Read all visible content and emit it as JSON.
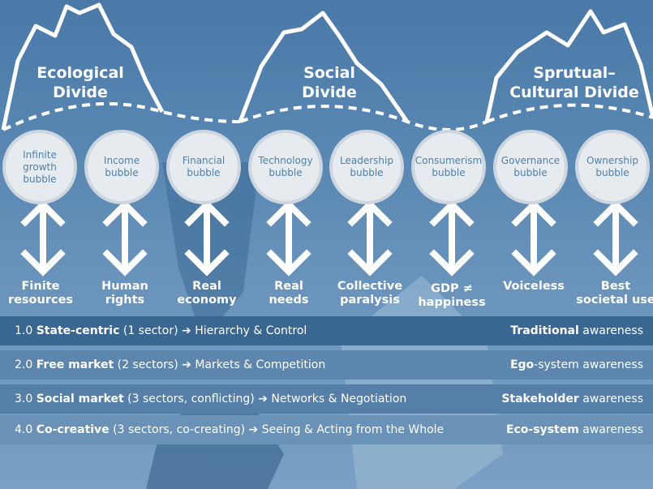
{
  "colors": {
    "background": "#4a79a8",
    "bubble_fill": "#e6ebf0",
    "bubble_text": "#4f7fa9",
    "arrow": "#ffffff",
    "row_dark": "#3a6692"
  },
  "divides": [
    {
      "label": "Ecological\nDivide"
    },
    {
      "label": "Social\nDivide"
    },
    {
      "label": "Sprutual–\nCultural Divide"
    }
  ],
  "bubbles": [
    {
      "label": "Infinite\ngrowth\nbubble",
      "outcome": "Finite\nresources"
    },
    {
      "label": "Income\nbubble",
      "outcome": "Human\nrights"
    },
    {
      "label": "Financial\nbubble",
      "outcome": "Real\neconomy"
    },
    {
      "label": "Technology\nbubble",
      "outcome": "Real\nneeds"
    },
    {
      "label": "Leadership\nbubble",
      "outcome": "Collective\nparalysis"
    },
    {
      "label": "Consumerism\nbubble",
      "outcome": "GDP ≠\nhappiness"
    },
    {
      "label": "Governance\nbubble",
      "outcome": "Voiceless"
    },
    {
      "label": "Ownership\nbubble",
      "outcome": "Best\nsocietal use"
    }
  ],
  "stages": [
    {
      "num": "1.0",
      "name": "State-centric",
      "detail": "(1 sector)",
      "arrow": "➔",
      "mode": "Hierarchy & Control",
      "aw_bold": "Traditional",
      "aw_rest": " awareness"
    },
    {
      "num": "2.0",
      "name": "Free market",
      "detail": "(2 sectors)",
      "arrow": "➔",
      "mode": "Markets & Competition",
      "aw_bold": "Ego",
      "aw_rest": "-system awareness"
    },
    {
      "num": "3.0",
      "name": "Social market",
      "detail": "(3 sectors, conflicting)",
      "arrow": "➔",
      "mode": "Networks & Negotiation",
      "aw_bold": "Stakeholder",
      "aw_rest": " awareness"
    },
    {
      "num": "4.0",
      "name": "Co-creative",
      "detail": "(3 sectors, co-creating)",
      "arrow": "➔",
      "mode": "Seeing & Acting from the Whole",
      "aw_bold": "Eco-system",
      "aw_rest": " awareness"
    }
  ]
}
